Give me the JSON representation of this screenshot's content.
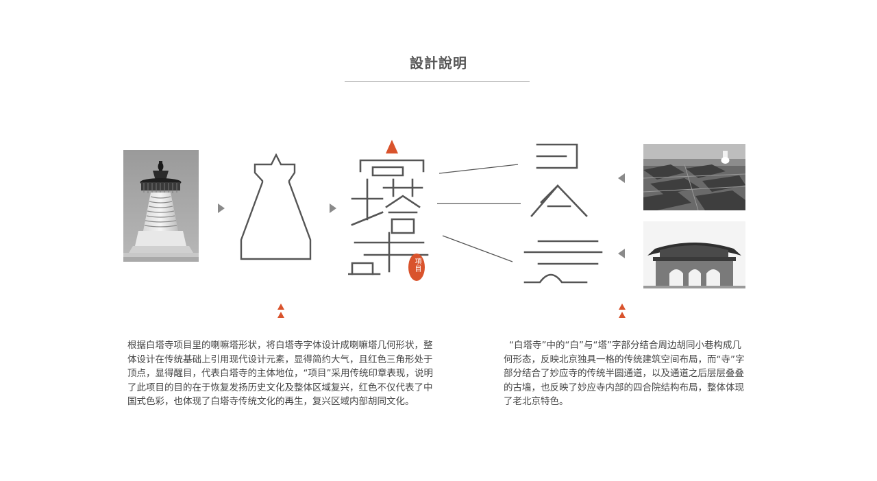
{
  "page": {
    "title": "設計說明"
  },
  "colors": {
    "accent_red": "#d9532c",
    "stroke_gray": "#555555",
    "arrow_gray": "#8a8a8a"
  },
  "logo": {
    "stamp_text": "項目"
  },
  "icons": {
    "arrow_right": "triangle-right-icon",
    "arrow_left": "triangle-left-icon",
    "accent": "red-triangle-icon"
  },
  "descriptions": {
    "left": "根据白塔寺项目里的喇嘛塔形状，将白塔寺字体设计成喇嘛塔几何形状，整体设计在传统基础上引用现代设计元素，显得简约大气，且红色三角形处于顶点，显得醒目，代表白塔寺的主体地位，“项目”采用传统印章表现，说明了此项目的目的在于恢复发扬历史文化及整体区域复兴，红色不仅代表了中国式色彩，也体现了白塔寺传统文化的再生，复兴区域内部胡同文化。",
    "right": "“白塔寺”中的“白”与“塔”字部分结合周边胡同小巷构成几何形态，反映北京独具一格的传统建筑空间布局，而“寺”字部分结合了妙应寺的传统半圆通道，以及通道之后层层叠叠的古墙，也反映了妙应寺内部的四合院结构布局，整体体现了老北京特色。"
  }
}
